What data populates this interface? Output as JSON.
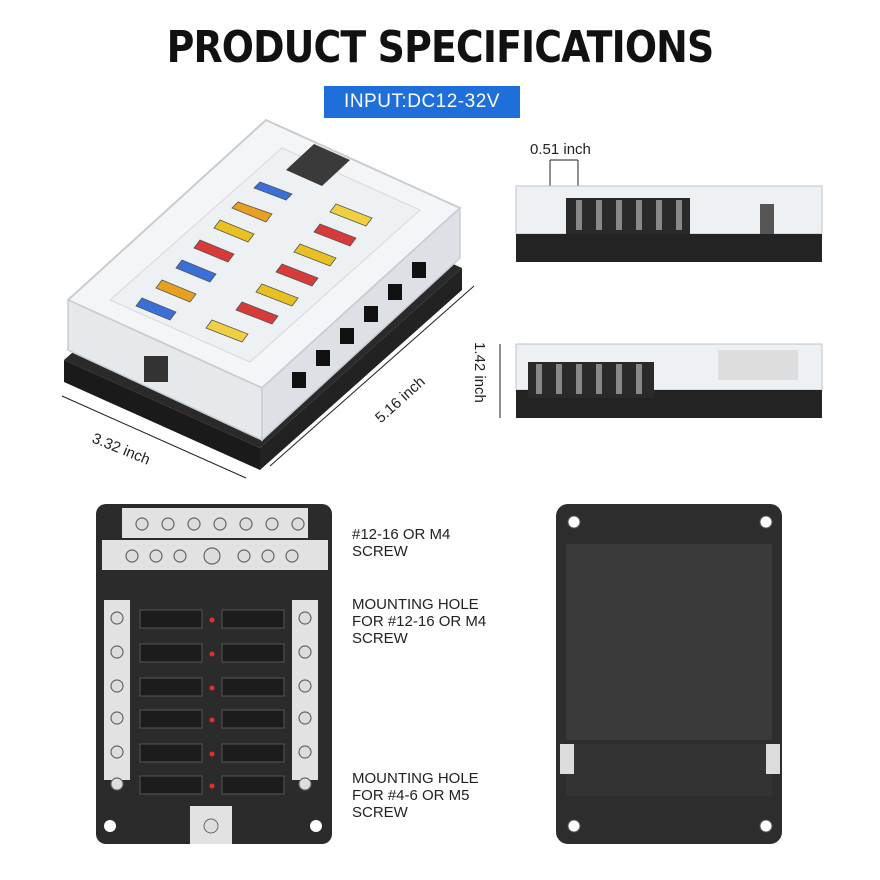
{
  "header": {
    "title": "PRODUCT SPECIFICATIONS",
    "input_badge": "INPUT:DC12-32V"
  },
  "dimensions": {
    "width": "3.32 inch",
    "length": "5.16 inch",
    "height": "1.42 inch",
    "terminal_pitch": "0.51 inch"
  },
  "notes": {
    "screw": [
      "#12-16 OR M4",
      "SCREW"
    ],
    "mounting_hole_top": [
      "MOUNTING HOLE",
      "FOR #12-16 OR M4",
      "SCREW"
    ],
    "mounting_hole_bottom": [
      "MOUNTING HOLE",
      "FOR #4-6 OR M5",
      "SCREW"
    ]
  },
  "colors": {
    "badge": "#1e6fd9",
    "housing": "#2b2b2b",
    "cover": "#e9ecef",
    "fuse_colors": [
      "#3a6fd8",
      "#e8a020",
      "#e8c020",
      "#d83a3a",
      "#f0d040"
    ]
  }
}
